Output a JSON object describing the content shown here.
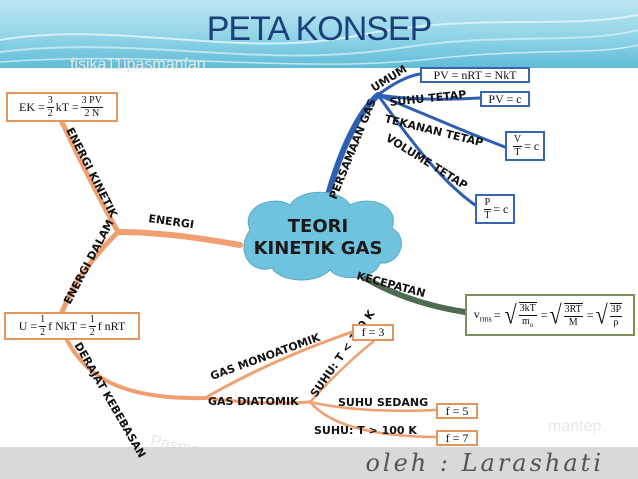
{
  "header": {
    "title": "PETA KONSEP"
  },
  "footer": {
    "author": "oleh : Larashati"
  },
  "watermarks": [
    "fisika11ipasmanfan",
    "Pasmar",
    "mantep"
  ],
  "center": {
    "line1": "TEORI",
    "line2": "KINETIK GAS"
  },
  "branches": {
    "energi": "ENERGI",
    "energi_kinetik": "ENERGI KINETIK",
    "energi_dalam": "ENERGI DALAM",
    "derajat_kebebasan": "DERAJAT KEBEBASAN",
    "gas_monoatomik": "GAS MONOATOMIK",
    "gas_diatomik": "GAS DIATOMIK",
    "suhu_rendah": "SUHU: T < 100 K",
    "suhu_sedang": "SUHU SEDANG",
    "suhu_tinggi": "SUHU: T > 100 K",
    "persamaan_gas": "PERSAMAAN GAS",
    "umum": "UMUM",
    "suhu_tetap": "SUHU TETAP",
    "tekanan_tetap": "TEKANAN TETAP",
    "volume_tetap": "VOLUME TETAP",
    "kecepatan": "KECEPATAN"
  },
  "formulas": {
    "ek": {
      "lhs": "EK =",
      "f1n": "3",
      "f1d": "2",
      "mid": "kT =",
      "f2n": "3 PV",
      "f2d": "2 N"
    },
    "u": {
      "lhs": "U =",
      "f1n": "1",
      "f1d": "2",
      "mid": "f NkT =",
      "f2n": "1",
      "f2d": "2",
      "rhs": "f nRT"
    },
    "f3": "f = 3",
    "f5": "f = 5",
    "f7": "f = 7",
    "umum": "PV = nRT = NkT",
    "suhu_tetap": "PV = c",
    "tekanan_tetap": {
      "n": "V",
      "d": "T",
      "rhs": "= c"
    },
    "volume_tetap": {
      "n": "P",
      "d": "T",
      "rhs": "= c"
    },
    "vrms": {
      "lhs": "v",
      "sub": "rms",
      "eq": "=",
      "r1n": "3kT",
      "r1d": "m",
      "r1dsub": "o",
      "r2n": "3RT",
      "r2d": "M",
      "r3n": "3P",
      "r3d": "ρ"
    }
  },
  "colors": {
    "orange_branch": "#f0a070",
    "blue_branch": "#2f5fb3",
    "green_branch": "#4f6b52",
    "cloud": "#6fc3df",
    "title": "#1b3f78"
  }
}
